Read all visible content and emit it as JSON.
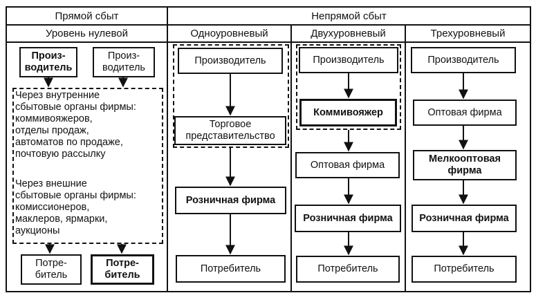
{
  "headers": {
    "direct": "Прямой сбыт",
    "indirect": "Непрямой сбыт",
    "zero_level": "Уровень нулевой",
    "one_level": "Одноуровневый",
    "two_level": "Двухуровневый",
    "three_level": "Трехуровневый"
  },
  "direct": {
    "producer_1": "Произ-\nводитель",
    "producer_2": "Произ-\nводитель",
    "internal_text": "Через внутренние\nсбытовые органы фирмы:\nкоммивояжеров,\nотделы продаж,\nавтоматов по продаже,\nпочтовую рассылку",
    "external_text": "Через внешние\nсбытовые органы фирмы:\nкомиссионеров,\nмаклеров, ярмарки,\nаукционы",
    "consumer_1": "Потре-\nбитель",
    "consumer_2": "Потре-\nбитель"
  },
  "one_level": {
    "producer": "Производитель",
    "trade_rep": "Торговое\nпредставительство",
    "retail": "Розничная фирма",
    "consumer": "Потребитель"
  },
  "two_level": {
    "producer": "Производитель",
    "salesman": "Коммивояжер",
    "wholesale": "Оптовая фирма",
    "retail": "Розничная фирма",
    "consumer": "Потребитель"
  },
  "three_level": {
    "producer": "Производитель",
    "wholesale": "Оптовая фирма",
    "small_wholesale": "Мелкооптовая\nфирма",
    "retail": "Розничная фирма",
    "consumer": "Потребитель"
  }
}
